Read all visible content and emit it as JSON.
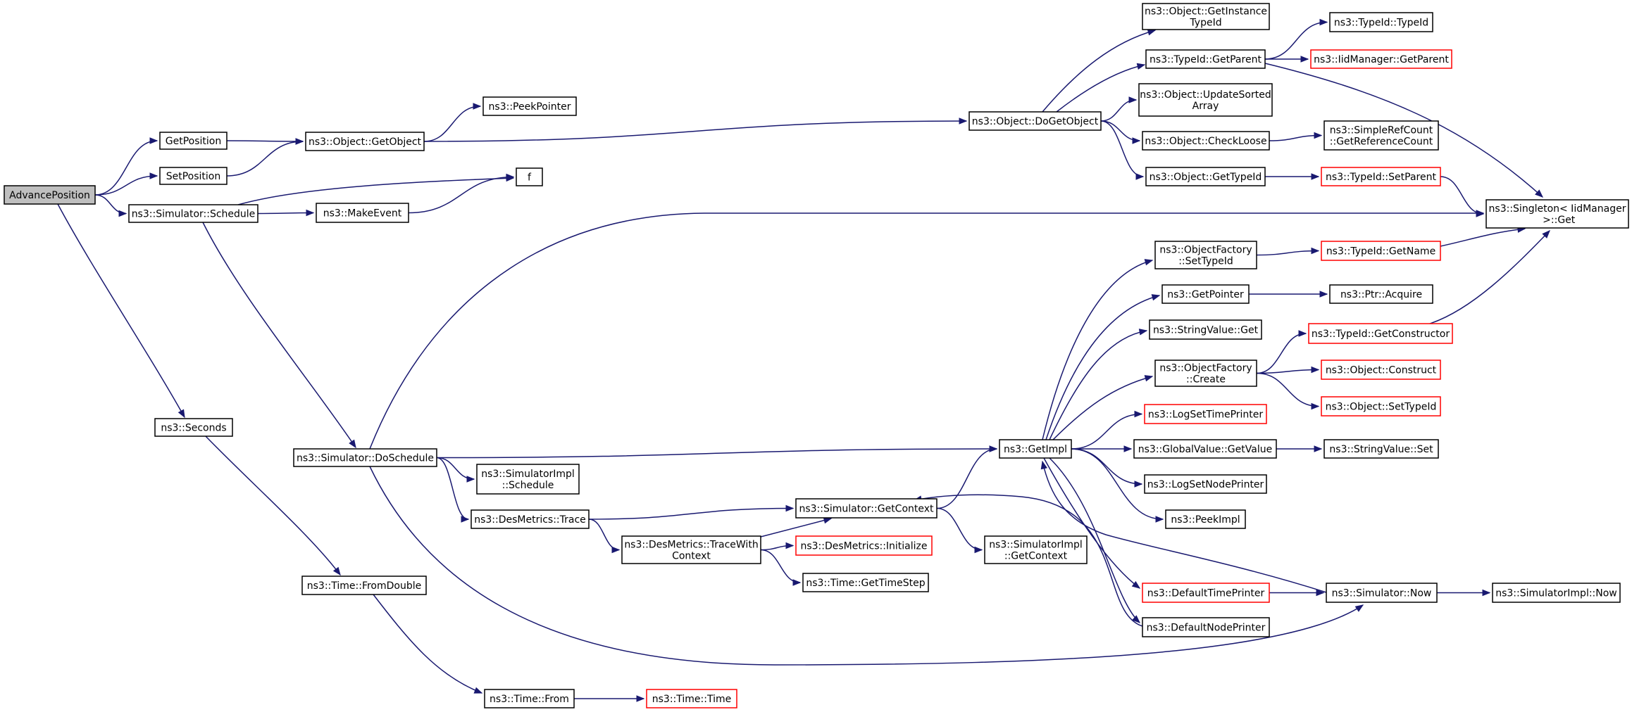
{
  "graph": {
    "colors": {
      "edge": "#191970",
      "node_border": "#000000",
      "incomplete_border": "#ff0000",
      "root_fill": "#bfbfbf"
    },
    "nodes": [
      {
        "id": "advance",
        "lines": [
          "AdvancePosition"
        ],
        "root": true
      },
      {
        "id": "getpos",
        "lines": [
          "GetPosition"
        ]
      },
      {
        "id": "setpos",
        "lines": [
          "SetPosition"
        ]
      },
      {
        "id": "schedule",
        "lines": [
          "ns3::Simulator::Schedule"
        ]
      },
      {
        "id": "seconds",
        "lines": [
          "ns3::Seconds"
        ]
      },
      {
        "id": "getobject",
        "lines": [
          "ns3::Object::GetObject"
        ]
      },
      {
        "id": "peekpointer",
        "lines": [
          "ns3::PeekPointer"
        ]
      },
      {
        "id": "f",
        "lines": [
          "f"
        ]
      },
      {
        "id": "makeevent",
        "lines": [
          "ns3::MakeEvent"
        ]
      },
      {
        "id": "doschedule",
        "lines": [
          "ns3::Simulator::DoSchedule"
        ]
      },
      {
        "id": "fromdouble",
        "lines": [
          "ns3::Time::FromDouble"
        ]
      },
      {
        "id": "from",
        "lines": [
          "ns3::Time::From"
        ]
      },
      {
        "id": "timetime",
        "lines": [
          "ns3::Time::Time"
        ],
        "red": true
      },
      {
        "id": "implschedule",
        "lines": [
          "ns3::SimulatorImpl",
          "::Schedule"
        ]
      },
      {
        "id": "desmetrics",
        "lines": [
          "ns3::DesMetrics::Trace"
        ]
      },
      {
        "id": "tracewith",
        "lines": [
          "ns3::DesMetrics::TraceWith",
          "Context"
        ]
      },
      {
        "id": "getcontext",
        "lines": [
          "ns3::Simulator::GetContext"
        ]
      },
      {
        "id": "desinit",
        "lines": [
          "ns3::DesMetrics::Initialize"
        ],
        "red": true
      },
      {
        "id": "gettimestep",
        "lines": [
          "ns3::Time::GetTimeStep"
        ]
      },
      {
        "id": "implgetcontext",
        "lines": [
          "ns3::SimulatorImpl",
          "::GetContext"
        ]
      },
      {
        "id": "dogetobject",
        "lines": [
          "ns3::Object::DoGetObject"
        ]
      },
      {
        "id": "getimpl",
        "lines": [
          "ns3::GetImpl"
        ]
      },
      {
        "id": "getinstance",
        "lines": [
          "ns3::Object::GetInstance",
          "TypeId"
        ]
      },
      {
        "id": "typeidgetparent",
        "lines": [
          "ns3::TypeId::GetParent"
        ]
      },
      {
        "id": "updatesorted",
        "lines": [
          "ns3::Object::UpdateSorted",
          "Array"
        ]
      },
      {
        "id": "checkloose",
        "lines": [
          "ns3::Object::CheckLoose"
        ]
      },
      {
        "id": "objgettypeid",
        "lines": [
          "ns3::Object::GetTypeId"
        ]
      },
      {
        "id": "factorysettypeid",
        "lines": [
          "ns3::ObjectFactory",
          "::SetTypeId"
        ]
      },
      {
        "id": "getpointer",
        "lines": [
          "ns3::GetPointer"
        ]
      },
      {
        "id": "stringvalueget",
        "lines": [
          "ns3::StringValue::Get"
        ]
      },
      {
        "id": "factorycreate",
        "lines": [
          "ns3::ObjectFactory",
          "::Create"
        ]
      },
      {
        "id": "logsettimeprinter",
        "lines": [
          "ns3::LogSetTimePrinter"
        ],
        "red": true
      },
      {
        "id": "globalvalueget",
        "lines": [
          "ns3::GlobalValue::GetValue"
        ]
      },
      {
        "id": "logsetnodeprinter",
        "lines": [
          "ns3::LogSetNodePrinter"
        ]
      },
      {
        "id": "peekimpl",
        "lines": [
          "ns3::PeekImpl"
        ]
      },
      {
        "id": "defaulttimeprinter",
        "lines": [
          "ns3::DefaultTimePrinter"
        ],
        "red": true
      },
      {
        "id": "defaultnodeprinter",
        "lines": [
          "ns3::DefaultNodePrinter"
        ]
      },
      {
        "id": "typeidtypeid",
        "lines": [
          "ns3::TypeId::TypeId"
        ]
      },
      {
        "id": "iidgetparent",
        "lines": [
          "ns3::IidManager::GetParent"
        ],
        "red": true
      },
      {
        "id": "getrefcount",
        "lines": [
          "ns3::SimpleRefCount",
          "::GetReferenceCount"
        ]
      },
      {
        "id": "typeidsetparent",
        "lines": [
          "ns3::TypeId::SetParent"
        ],
        "red": true
      },
      {
        "id": "singleton",
        "lines": [
          "ns3::Singleton< IidManager",
          " >::Get"
        ]
      },
      {
        "id": "typeidgetname",
        "lines": [
          "ns3::TypeId::GetName"
        ],
        "red": true
      },
      {
        "id": "ptracquire",
        "lines": [
          "ns3::Ptr::Acquire"
        ]
      },
      {
        "id": "getconstructor",
        "lines": [
          "ns3::TypeId::GetConstructor"
        ],
        "red": true
      },
      {
        "id": "objconstruct",
        "lines": [
          "ns3::Object::Construct"
        ],
        "red": true
      },
      {
        "id": "objsettypeid",
        "lines": [
          "ns3::Object::SetTypeId"
        ],
        "red": true
      },
      {
        "id": "stringvalueset",
        "lines": [
          "ns3::StringValue::Set"
        ]
      },
      {
        "id": "simnow",
        "lines": [
          "ns3::Simulator::Now"
        ]
      },
      {
        "id": "implnow",
        "lines": [
          "ns3::SimulatorImpl::Now"
        ]
      }
    ],
    "edges": [
      [
        "advance",
        "getpos"
      ],
      [
        "advance",
        "setpos"
      ],
      [
        "advance",
        "schedule"
      ],
      [
        "advance",
        "seconds"
      ],
      [
        "getpos",
        "getobject"
      ],
      [
        "setpos",
        "getobject"
      ],
      [
        "getobject",
        "peekpointer"
      ],
      [
        "getobject",
        "dogetobject"
      ],
      [
        "schedule",
        "f"
      ],
      [
        "schedule",
        "makeevent"
      ],
      [
        "schedule",
        "doschedule"
      ],
      [
        "makeevent",
        "f"
      ],
      [
        "seconds",
        "fromdouble"
      ],
      [
        "fromdouble",
        "from"
      ],
      [
        "from",
        "timetime"
      ],
      [
        "doschedule",
        "singleton"
      ],
      [
        "doschedule",
        "getimpl"
      ],
      [
        "doschedule",
        "implschedule"
      ],
      [
        "doschedule",
        "desmetrics"
      ],
      [
        "doschedule",
        "simnow"
      ],
      [
        "desmetrics",
        "getcontext"
      ],
      [
        "desmetrics",
        "tracewith"
      ],
      [
        "tracewith",
        "getcontext"
      ],
      [
        "tracewith",
        "desinit"
      ],
      [
        "tracewith",
        "gettimestep"
      ],
      [
        "getcontext",
        "getimpl"
      ],
      [
        "getcontext",
        "implgetcontext"
      ],
      [
        "dogetobject",
        "getinstance"
      ],
      [
        "dogetobject",
        "typeidgetparent"
      ],
      [
        "dogetobject",
        "updatesorted"
      ],
      [
        "dogetobject",
        "checkloose"
      ],
      [
        "dogetobject",
        "objgettypeid"
      ],
      [
        "typeidgetparent",
        "typeidtypeid"
      ],
      [
        "typeidgetparent",
        "iidgetparent"
      ],
      [
        "typeidgetparent",
        "singleton"
      ],
      [
        "checkloose",
        "getrefcount"
      ],
      [
        "objgettypeid",
        "typeidsetparent"
      ],
      [
        "typeidsetparent",
        "singleton"
      ],
      [
        "getimpl",
        "factorysettypeid"
      ],
      [
        "getimpl",
        "getpointer"
      ],
      [
        "getimpl",
        "stringvalueget"
      ],
      [
        "getimpl",
        "factorycreate"
      ],
      [
        "getimpl",
        "logsettimeprinter"
      ],
      [
        "getimpl",
        "globalvalueget"
      ],
      [
        "getimpl",
        "logsetnodeprinter"
      ],
      [
        "getimpl",
        "peekimpl"
      ],
      [
        "getimpl",
        "defaulttimeprinter"
      ],
      [
        "getimpl",
        "defaultnodeprinter"
      ],
      [
        "factorysettypeid",
        "typeidgetname"
      ],
      [
        "typeidgetname",
        "singleton"
      ],
      [
        "getpointer",
        "ptracquire"
      ],
      [
        "factorycreate",
        "getconstructor"
      ],
      [
        "factorycreate",
        "objconstruct"
      ],
      [
        "factorycreate",
        "objsettypeid"
      ],
      [
        "getconstructor",
        "singleton"
      ],
      [
        "globalvalueget",
        "stringvalueset"
      ],
      [
        "defaulttimeprinter",
        "simnow"
      ],
      [
        "simnow",
        "getimpl"
      ],
      [
        "simnow",
        "implnow"
      ],
      [
        "defaultnodeprinter",
        "getcontext"
      ]
    ]
  }
}
